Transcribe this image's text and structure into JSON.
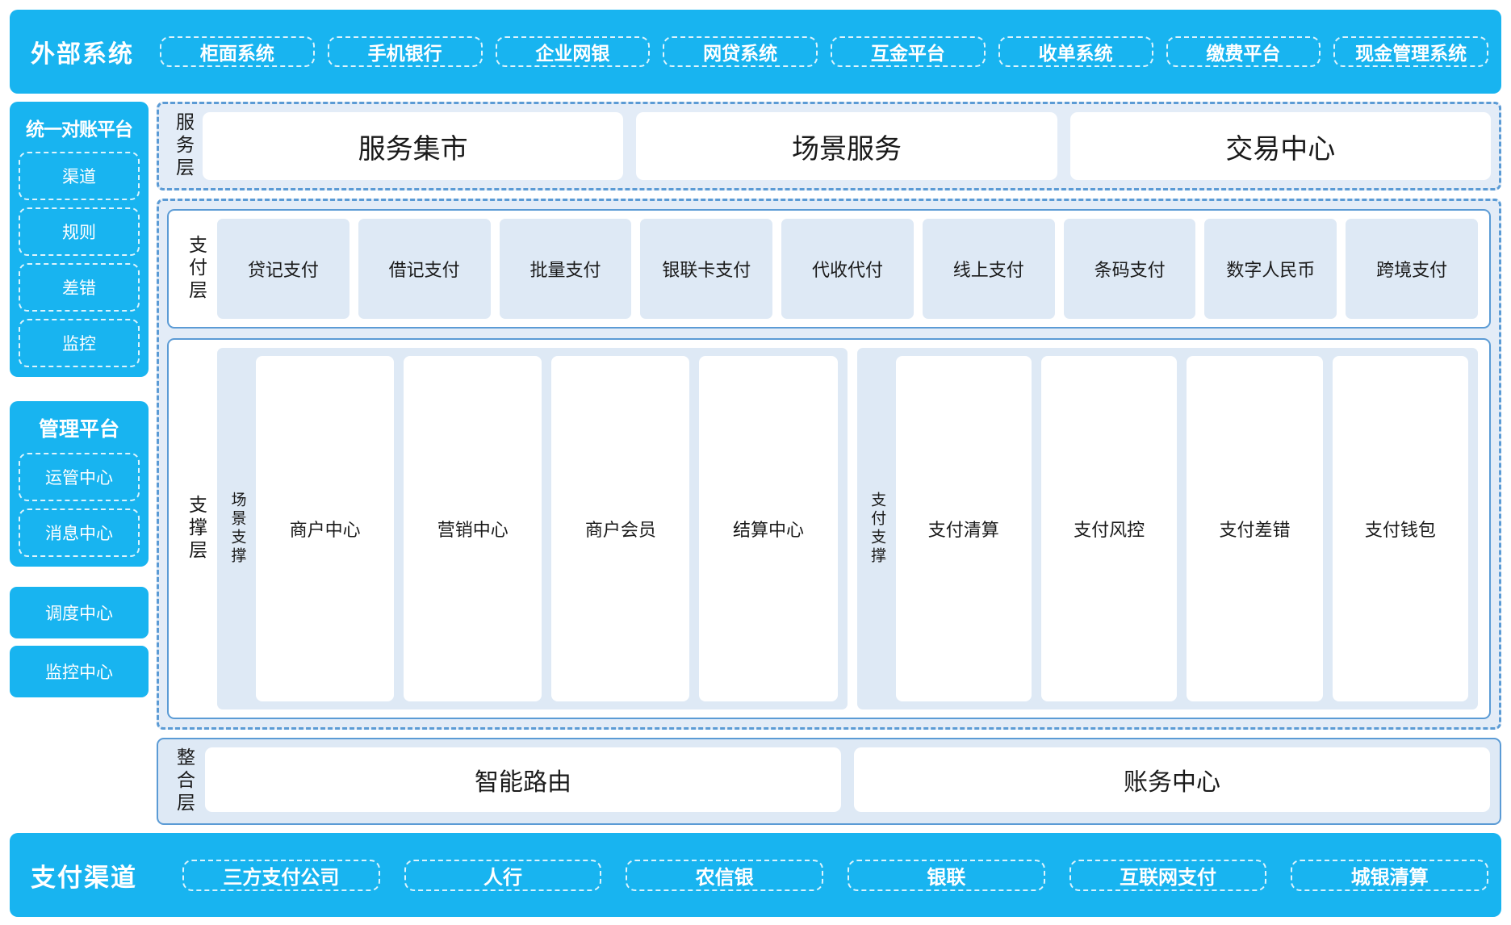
{
  "external_systems": {
    "title": "外部系统",
    "items": [
      "柜面系统",
      "手机银行",
      "企业网银",
      "网贷系统",
      "互金平台",
      "收单系统",
      "缴费平台",
      "现金管理系统"
    ]
  },
  "sidebar": {
    "unified_reconciliation": {
      "title": "统一对账平台",
      "items": [
        "渠道",
        "规则",
        "差错",
        "监控"
      ]
    },
    "management": {
      "title": "管理平台",
      "items": [
        "运管中心",
        "消息中心"
      ]
    },
    "standalone": [
      "调度中心",
      "监控中心"
    ]
  },
  "service_layer": {
    "label": "服务层",
    "cards": [
      "服务集市",
      "场景服务",
      "交易中心"
    ]
  },
  "payment_layer": {
    "label": "支付层",
    "cards": [
      "贷记支付",
      "借记支付",
      "批量支付",
      "银联卡支付",
      "代收代付",
      "线上支付",
      "条码支付",
      "数字人民币",
      "跨境支付"
    ]
  },
  "support_layer": {
    "label": "支撑层",
    "scene_support": {
      "label": "场景支撑",
      "cards": [
        "商户中心",
        "营销中心",
        "商户会员",
        "结算中心"
      ]
    },
    "payment_support": {
      "label": "支付支撑",
      "cards": [
        "支付清算",
        "支付风控",
        "支付差错",
        "支付钱包"
      ]
    }
  },
  "integration_layer": {
    "label": "整合层",
    "cards": [
      "智能路由",
      "账务中心"
    ]
  },
  "payment_channels": {
    "title": "支付渠道",
    "items": [
      "三方支付公司",
      "人行",
      "农信银",
      "银联",
      "互联网支付",
      "城银清算"
    ]
  },
  "colors": {
    "brand_blue": "#18b4f0",
    "panel_blue": "#e3ecf7",
    "card_blue": "#dee9f5",
    "border_blue": "#5b9bd5",
    "white": "#ffffff"
  }
}
